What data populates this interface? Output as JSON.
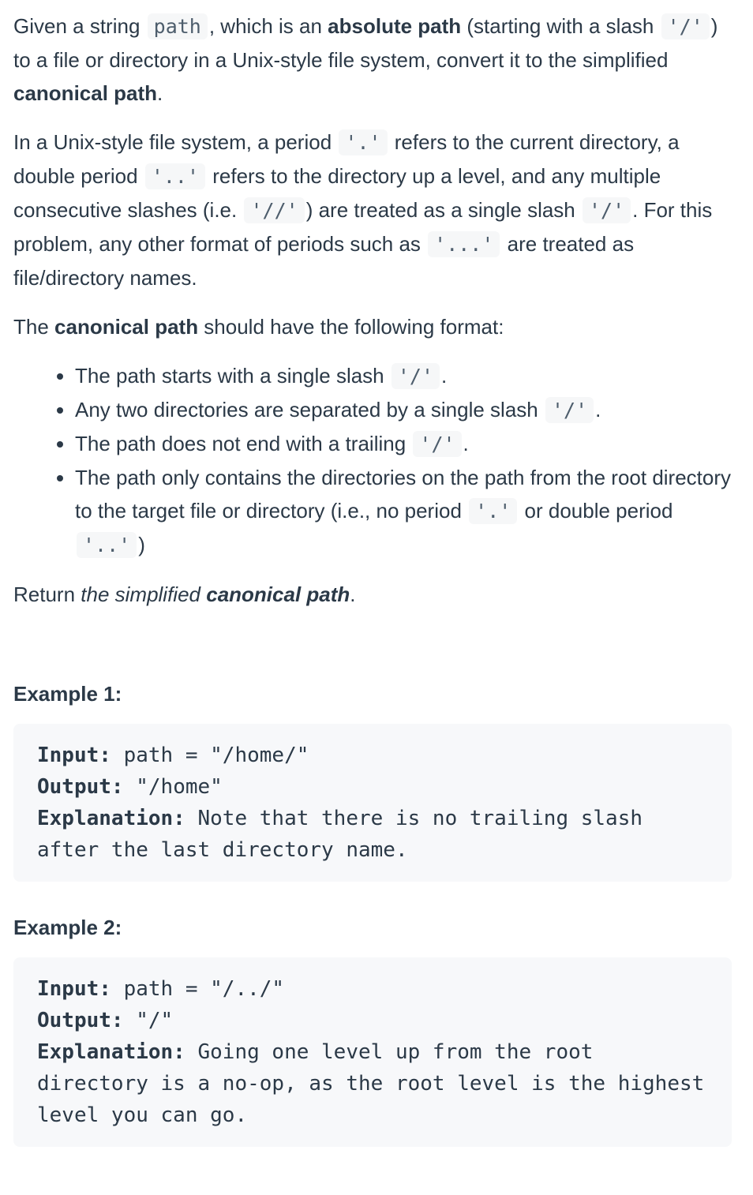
{
  "colors": {
    "page_background": "#ffffff",
    "body_text": "#2b3947",
    "inline_code_text": "#4d5d6c",
    "inline_code_background": "#f6f7f8",
    "example_block_background": "#f7f8fa"
  },
  "content": {
    "paragraphs": {
      "intro": [
        {
          "style": "text",
          "text": "Given a string "
        },
        {
          "style": "code",
          "text": "path"
        },
        {
          "style": "text",
          "text": ", which is an "
        },
        {
          "style": "bold",
          "text": "absolute path"
        },
        {
          "style": "text",
          "text": " (starting with a slash "
        },
        {
          "style": "code",
          "text": "'/'"
        },
        {
          "style": "text",
          "text": ") to a file or directory in a Unix-style file system, convert it to the simplified "
        },
        {
          "style": "bold",
          "text": "canonical path"
        },
        {
          "style": "text",
          "text": "."
        }
      ],
      "unix": [
        {
          "style": "text",
          "text": "In a Unix-style file system, a period "
        },
        {
          "style": "code",
          "text": "'.'"
        },
        {
          "style": "text",
          "text": " refers to the current directory, a double period "
        },
        {
          "style": "code",
          "text": "'..'"
        },
        {
          "style": "text",
          "text": " refers to the directory up a level, and any multiple consecutive slashes (i.e. "
        },
        {
          "style": "code",
          "text": "'//'"
        },
        {
          "style": "text",
          "text": ") are treated as a single slash "
        },
        {
          "style": "code",
          "text": "'/'"
        },
        {
          "style": "text",
          "text": ". For this problem, any other format of periods such as "
        },
        {
          "style": "code",
          "text": "'...'"
        },
        {
          "style": "text",
          "text": " are treated as file/directory names."
        }
      ],
      "format_intro": [
        {
          "style": "text",
          "text": "The "
        },
        {
          "style": "bold",
          "text": "canonical path"
        },
        {
          "style": "text",
          "text": " should have the following format:"
        }
      ],
      "return": [
        {
          "style": "text",
          "text": "Return "
        },
        {
          "style": "italic",
          "text": "the simplified "
        },
        {
          "style": "bold-italic",
          "text": "canonical path"
        },
        {
          "style": "text",
          "text": "."
        }
      ]
    },
    "rules": [
      [
        {
          "style": "text",
          "text": "The path starts with a single slash "
        },
        {
          "style": "code",
          "text": "'/'"
        },
        {
          "style": "text",
          "text": "."
        }
      ],
      [
        {
          "style": "text",
          "text": "Any two directories are separated by a single slash "
        },
        {
          "style": "code",
          "text": "'/'"
        },
        {
          "style": "text",
          "text": "."
        }
      ],
      [
        {
          "style": "text",
          "text": "The path does not end with a trailing "
        },
        {
          "style": "code",
          "text": "'/'"
        },
        {
          "style": "text",
          "text": "."
        }
      ],
      [
        {
          "style": "text",
          "text": "The path only contains the directories on the path from the root directory to the target file or directory (i.e., no period "
        },
        {
          "style": "code",
          "text": "'.'"
        },
        {
          "style": "text",
          "text": " or double period "
        },
        {
          "style": "code",
          "text": "'..'"
        },
        {
          "style": "text",
          "text": ")"
        }
      ]
    ],
    "examples": [
      {
        "heading": "Example 1:",
        "segments": [
          {
            "style": "bold",
            "text": "Input:"
          },
          {
            "style": "text",
            "text": " path = \"/home/\"\n"
          },
          {
            "style": "bold",
            "text": "Output:"
          },
          {
            "style": "text",
            "text": " \"/home\"\n"
          },
          {
            "style": "bold",
            "text": "Explanation:"
          },
          {
            "style": "text",
            "text": " Note that there is no trailing slash after the last directory name."
          }
        ]
      },
      {
        "heading": "Example 2:",
        "segments": [
          {
            "style": "bold",
            "text": "Input:"
          },
          {
            "style": "text",
            "text": " path = \"/../\"\n"
          },
          {
            "style": "bold",
            "text": "Output:"
          },
          {
            "style": "text",
            "text": " \"/\"\n"
          },
          {
            "style": "bold",
            "text": "Explanation:"
          },
          {
            "style": "text",
            "text": " Going one level up from the root directory is a no-op, as the root level is the highest level you can go."
          }
        ]
      }
    ]
  }
}
